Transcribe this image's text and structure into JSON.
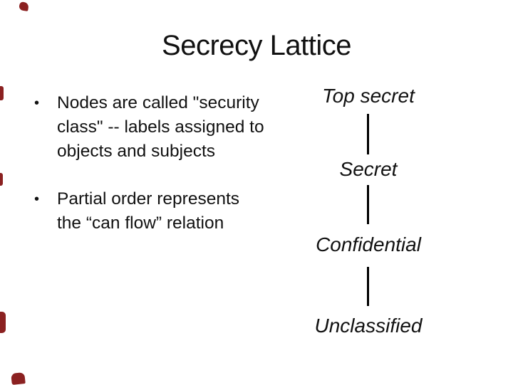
{
  "slide": {
    "title": "Secrecy Lattice",
    "bullet_char": "•",
    "bullets": [
      "Nodes are called \"security\nclass\" -- labels assigned to\nobjects and subjects",
      "Partial order represents\nthe “can flow” relation"
    ],
    "lattice_levels": [
      "Top secret",
      "Secret",
      "Confidential",
      "Unclassified"
    ]
  },
  "colors": {
    "accent_border": "#8b2121",
    "text": "#111111"
  }
}
